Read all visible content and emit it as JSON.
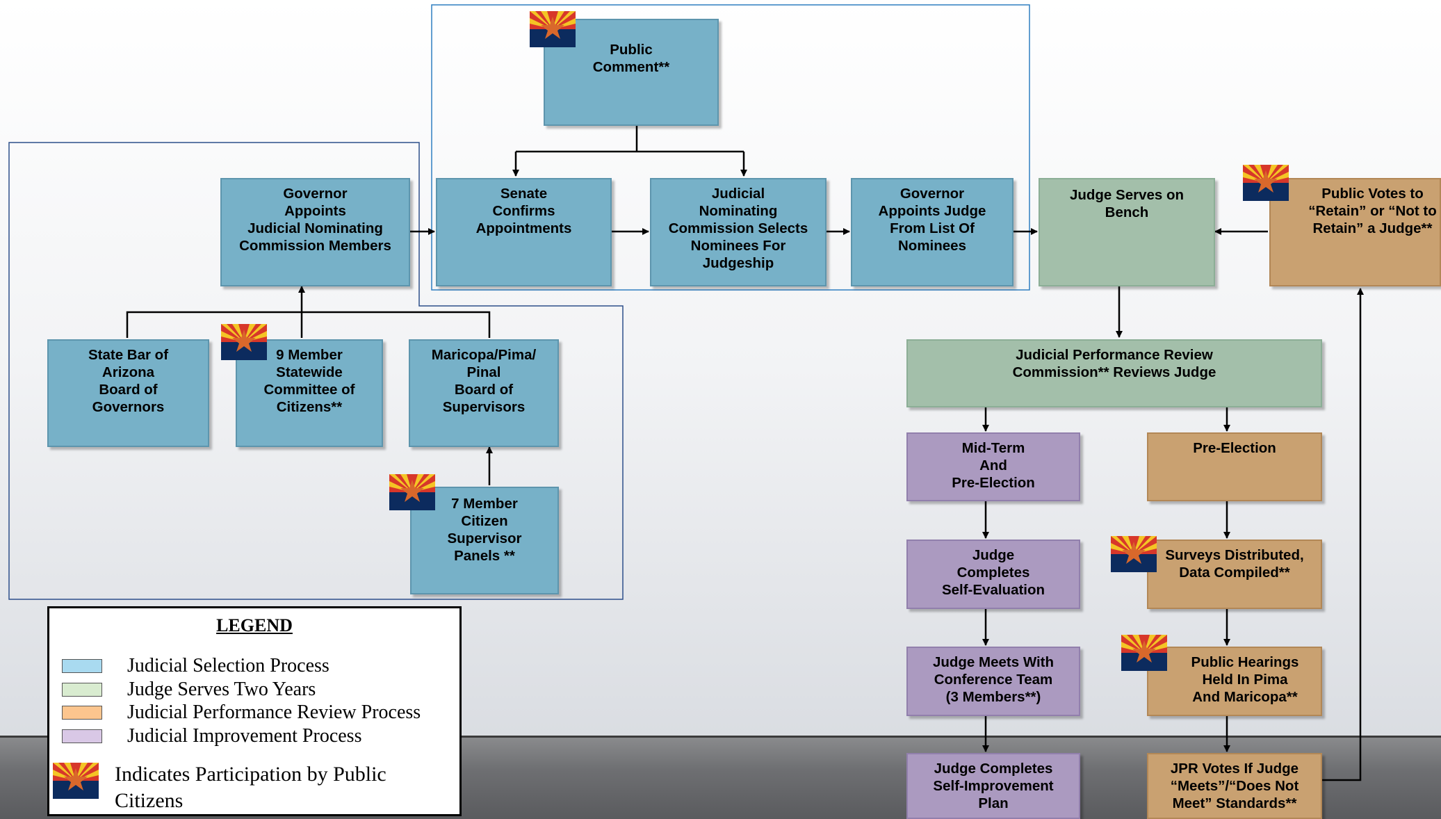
{
  "colors": {
    "selection": "#77b1c8",
    "serves": "#a3bfaa",
    "review": "#c9a171",
    "improvement": "#ab9ac0",
    "legend_selection": "#a9daf0",
    "legend_serves": "#d9ecd0",
    "legend_review": "#fcc58e",
    "legend_improvement": "#d9c8e6"
  },
  "flag_icon": "arizona-flag-icon",
  "boxes": {
    "public_comment": "Public\nComment**",
    "governor_appoints_jnc": "Governor\nAppoints\nJudicial Nominating\nCommission Members",
    "senate_confirms": "Senate\nConfirms\nAppointments",
    "jnc_selects": "Judicial\nNominating\nCommission Selects\nNominees For\nJudgeship",
    "governor_appoints_judge": "Governor\nAppoints Judge\nFrom List Of\nNominees",
    "judge_serves": "Judge Serves on\nBench",
    "public_votes": "Public Votes to\n“Retain” or “Not to\nRetain” a Judge**",
    "state_bar": "State Bar of\nArizona\nBoard of\nGovernors",
    "nine_member": "9 Member\nStatewide\nCommittee of\nCitizens**",
    "county_boards": "Maricopa/Pima/\nPinal\nBoard of\nSupervisors",
    "seven_member": "7 Member\nCitizen\nSupervisor\nPanels **",
    "jpr_commission": "Judicial Performance Review\nCommission** Reviews Judge",
    "mid_term": "Mid-Term\nAnd\nPre-Election",
    "pre_election": "Pre-Election",
    "self_evaluation": "Judge\nCompletes\nSelf-Evaluation",
    "surveys": "Surveys Distributed,\nData Compiled**",
    "conference_team": "Judge Meets With\nConference Team\n(3 Members**)",
    "public_hearings": "Public Hearings\nHeld In Pima\nAnd Maricopa**",
    "self_improvement": "Judge Completes\nSelf-Improvement\nPlan",
    "jpr_votes": "JPR Votes If Judge\n“Meets”/“Does Not\nMeet” Standards**"
  },
  "legend": {
    "title": "LEGEND",
    "items": [
      "Judicial Selection Process",
      "Judge Serves Two Years",
      "Judicial Performance Review Process",
      "Judicial Improvement Process"
    ],
    "flag_note": "Indicates  Participation by Public Citizens"
  }
}
